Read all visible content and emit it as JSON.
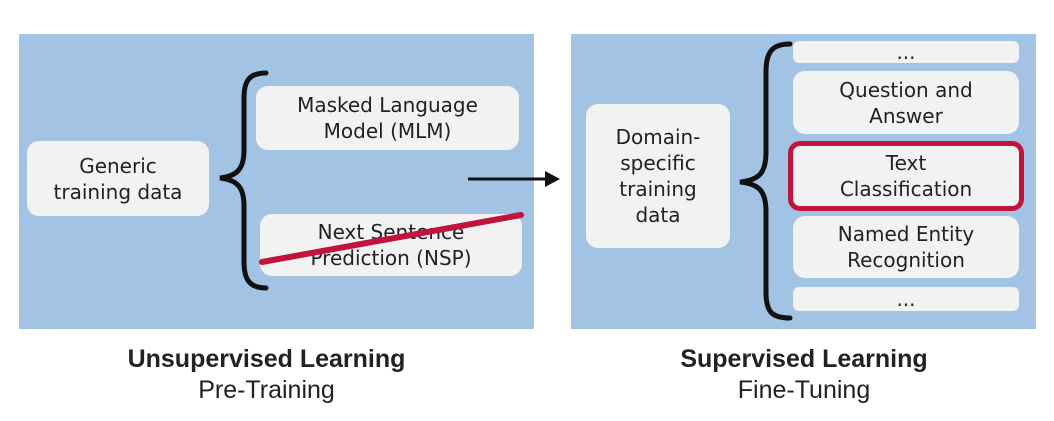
{
  "left": {
    "source_box": "Generic\ntraining data",
    "tasks": [
      {
        "label": "Masked Language\nModel (MLM)",
        "crossed": false
      },
      {
        "label": "Next Sentence\nPrediction (NSP)",
        "crossed": true
      }
    ],
    "caption_title": "Unsupervised Learning",
    "caption_subtitle": "Pre-Training"
  },
  "right": {
    "source_box": "Domain-\nspecific\ntraining\ndata",
    "tasks": [
      {
        "label": "...",
        "highlighted": false
      },
      {
        "label": "Question and\nAnswer",
        "highlighted": false
      },
      {
        "label": "Text\nClassification",
        "highlighted": true
      },
      {
        "label": "Named Entity\nRecognition",
        "highlighted": false
      },
      {
        "label": "...",
        "highlighted": false
      }
    ],
    "caption_title": "Supervised Learning",
    "caption_subtitle": "Fine-Tuning"
  },
  "colors": {
    "panel": "#a3c3e4",
    "box": "#f2f2f2",
    "highlight": "#c0143c",
    "strike": "#c0143c"
  }
}
